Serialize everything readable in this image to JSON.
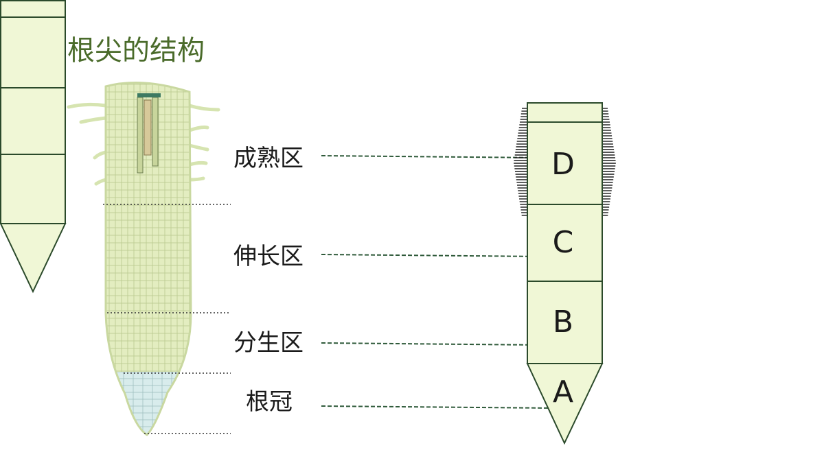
{
  "title": "根尖的结构",
  "zones": [
    {
      "label": "成熟区",
      "letter": "D"
    },
    {
      "label": "伸长区",
      "letter": "C"
    },
    {
      "label": "分生区",
      "letter": "B"
    },
    {
      "label": "根冠",
      "letter": "A"
    }
  ],
  "colors": {
    "title": "#4a6b2a",
    "diagram_fill": "#f0f7d6",
    "diagram_stroke": "#2b4a2b",
    "dash_line": "#2f5a3a",
    "root_tissue": "#e3edc0",
    "root_cap": "#d8ecec"
  }
}
